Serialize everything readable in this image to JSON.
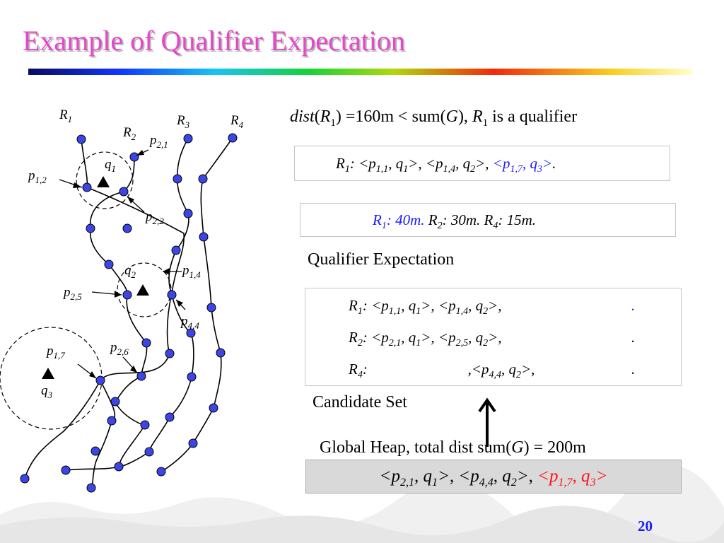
{
  "slide": {
    "title": "Example of Qualifier Expectation",
    "page_number": "20"
  },
  "diagram": {
    "routes": [
      "R1",
      "R2",
      "R3",
      "R4"
    ],
    "points": [
      "p1,2",
      "p2,1",
      "p2,2",
      "p1,4",
      "p2,5",
      "p4,4",
      "p1,7",
      "p2,6"
    ],
    "queries": [
      "q1",
      "q2",
      "q3"
    ]
  },
  "statement": {
    "text": "dist(R1) =160m < sum(G), R1 is a qualifier"
  },
  "boxes": {
    "r1_pairs": "R1: <p1,1, q1>, <p1,4, q2>, <p1,7, q3>.",
    "distances": "R1: 40m. R2: 30m. R4: 15m."
  },
  "qualifier_expectation": {
    "label": "Qualifier Expectation",
    "rows": [
      "R1: <p1,1, q1>, <p1,4, q2>, .",
      "R2: <p2,1, q1>, <p2,5, q2>, .",
      "R4: ,<p4,4, q2>, ."
    ]
  },
  "candidate_set": {
    "label": "Candidate Set"
  },
  "global_heap": {
    "label": "Global Heap, total dist sum(G) = 200m",
    "content": "<p2,1, q1>, <p4,4, q2>, <p1,7, q3>"
  },
  "colors": {
    "title": "#e845c8",
    "highlight_blue": "#1a1aff",
    "highlight_red": "#ff1010",
    "node_fill": "#3c46e6"
  }
}
